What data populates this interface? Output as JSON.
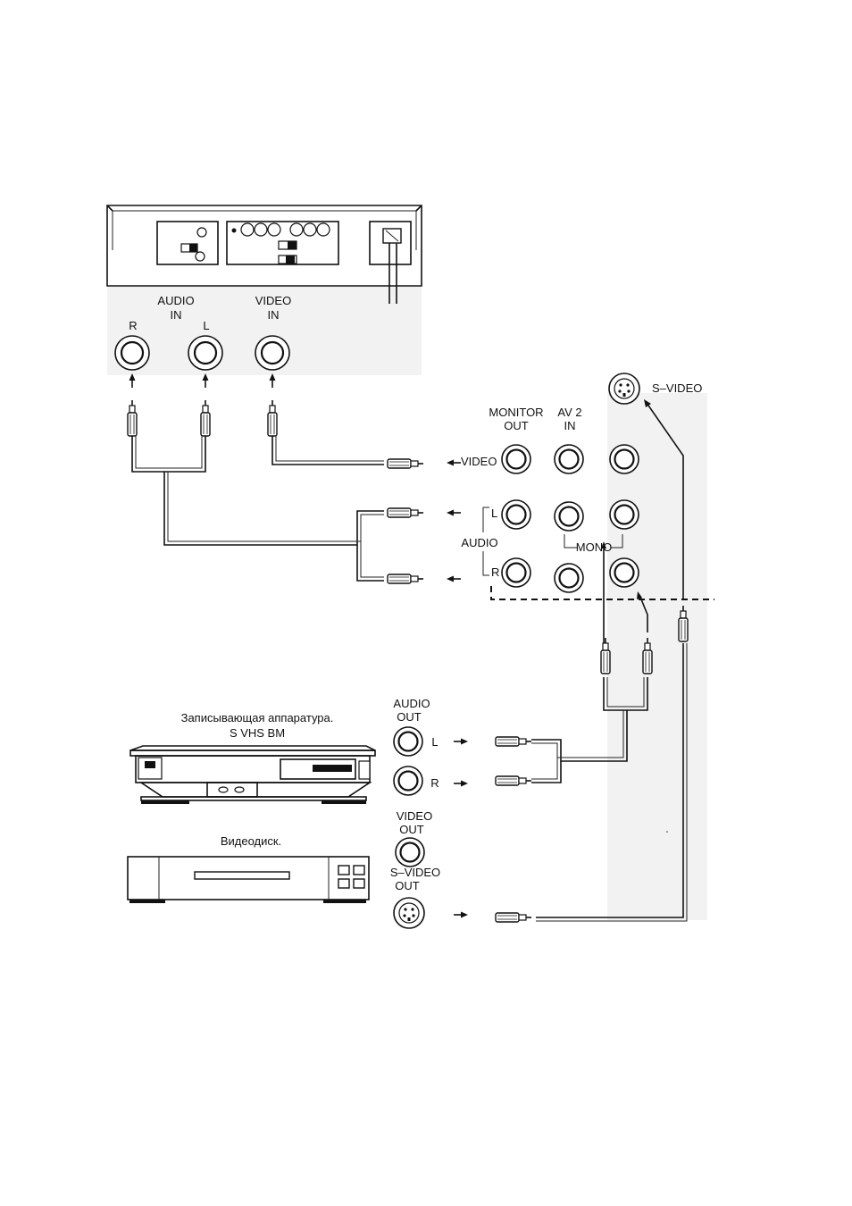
{
  "amplifier": {
    "audio_in": [
      "AUDIO",
      "IN"
    ],
    "audio_r": "R",
    "audio_l": "L",
    "video_in": [
      "VIDEO",
      "IN"
    ]
  },
  "tv_panel": {
    "s_video": "S–VIDEO",
    "monitor_out": [
      "MONITOR",
      "OUT"
    ],
    "av2_in": [
      "AV 2",
      "IN"
    ],
    "video": "VIDEO",
    "audio": "AUDIO",
    "l": "L",
    "r": "R",
    "mono": "MONO"
  },
  "vcr": {
    "title": [
      "Записывающая аппаратура.",
      "S VHS ВМ"
    ],
    "audio_out": [
      "AUDIO",
      "OUT"
    ],
    "l": "L",
    "r": "R"
  },
  "disc": {
    "title": "Видеодиск.",
    "video_out": [
      "VIDEO",
      "OUT"
    ],
    "s_video_out": [
      "S–VIDEO",
      "OUT"
    ]
  },
  "icons": [
    "rca-jack-icon",
    "rca-plug-icon",
    "s-video-jack-icon",
    "arrow-icon"
  ]
}
